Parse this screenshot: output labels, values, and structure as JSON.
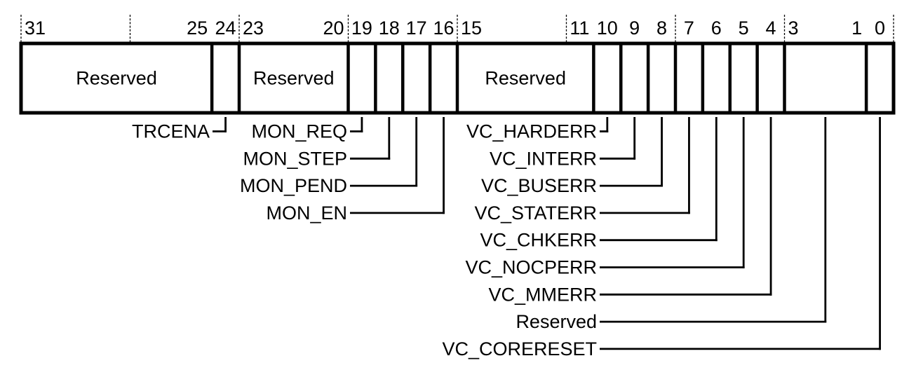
{
  "diagram": {
    "kind": "register-bit-field",
    "total_bits": 32,
    "colors": {
      "ink": "#000000",
      "background": "#ffffff"
    },
    "fields": [
      {
        "msb": 31,
        "lsb": 25,
        "box_text": "Reserved"
      },
      {
        "msb": 24,
        "lsb": 24,
        "box_text": ""
      },
      {
        "msb": 23,
        "lsb": 20,
        "box_text": "Reserved"
      },
      {
        "msb": 19,
        "lsb": 19,
        "box_text": ""
      },
      {
        "msb": 18,
        "lsb": 18,
        "box_text": ""
      },
      {
        "msb": 17,
        "lsb": 17,
        "box_text": ""
      },
      {
        "msb": 16,
        "lsb": 16,
        "box_text": ""
      },
      {
        "msb": 15,
        "lsb": 11,
        "box_text": "Reserved"
      },
      {
        "msb": 10,
        "lsb": 10,
        "box_text": ""
      },
      {
        "msb": 9,
        "lsb": 9,
        "box_text": ""
      },
      {
        "msb": 8,
        "lsb": 8,
        "box_text": ""
      },
      {
        "msb": 7,
        "lsb": 7,
        "box_text": ""
      },
      {
        "msb": 6,
        "lsb": 6,
        "box_text": ""
      },
      {
        "msb": 5,
        "lsb": 5,
        "box_text": ""
      },
      {
        "msb": 4,
        "lsb": 4,
        "box_text": ""
      },
      {
        "msb": 3,
        "lsb": 1,
        "box_text": ""
      },
      {
        "msb": 0,
        "lsb": 0,
        "box_text": ""
      }
    ],
    "callouts": [
      {
        "label": "TRCENA",
        "msb": 24,
        "lsb": 24,
        "row": 0,
        "column": "left"
      },
      {
        "label": "MON_REQ",
        "msb": 19,
        "lsb": 19,
        "row": 0,
        "column": "mid"
      },
      {
        "label": "MON_STEP",
        "msb": 18,
        "lsb": 18,
        "row": 1,
        "column": "mid"
      },
      {
        "label": "MON_PEND",
        "msb": 17,
        "lsb": 17,
        "row": 2,
        "column": "mid"
      },
      {
        "label": "MON_EN",
        "msb": 16,
        "lsb": 16,
        "row": 3,
        "column": "mid"
      },
      {
        "label": "VC_HARDERR",
        "msb": 10,
        "lsb": 10,
        "row": 0,
        "column": "right"
      },
      {
        "label": "VC_INTERR",
        "msb": 9,
        "lsb": 9,
        "row": 1,
        "column": "right"
      },
      {
        "label": "VC_BUSERR",
        "msb": 8,
        "lsb": 8,
        "row": 2,
        "column": "right"
      },
      {
        "label": "VC_STATERR",
        "msb": 7,
        "lsb": 7,
        "row": 3,
        "column": "right"
      },
      {
        "label": "VC_CHKERR",
        "msb": 6,
        "lsb": 6,
        "row": 4,
        "column": "right"
      },
      {
        "label": "VC_NOCPERR",
        "msb": 5,
        "lsb": 5,
        "row": 5,
        "column": "right"
      },
      {
        "label": "VC_MMERR",
        "msb": 4,
        "lsb": 4,
        "row": 6,
        "column": "right"
      },
      {
        "label": "Reserved",
        "msb": 3,
        "lsb": 1,
        "row": 7,
        "column": "right"
      },
      {
        "label": "VC_CORERESET",
        "msb": 0,
        "lsb": 0,
        "row": 8,
        "column": "right"
      }
    ]
  }
}
